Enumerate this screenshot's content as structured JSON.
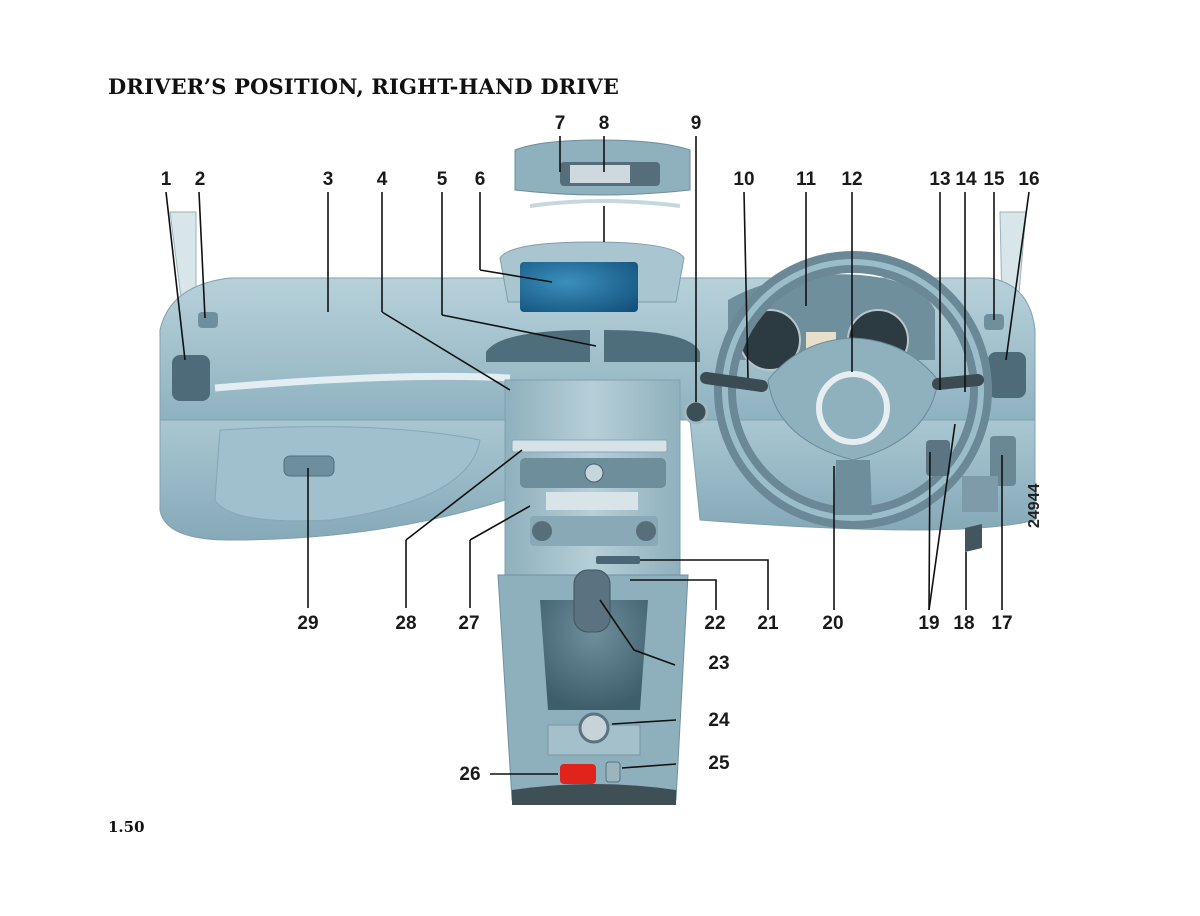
{
  "page": {
    "title": "DRIVER’S POSITION, RIGHT-HAND DRIVE",
    "page_number": "1.50",
    "reference_code": "24944"
  },
  "callouts": [
    "1",
    "2",
    "3",
    "4",
    "5",
    "6",
    "7",
    "8",
    "9",
    "10",
    "11",
    "12",
    "13",
    "14",
    "15",
    "16",
    "17",
    "18",
    "19",
    "20",
    "21",
    "22",
    "23",
    "24",
    "25",
    "26",
    "27",
    "28",
    "29"
  ],
  "colors": {
    "dash_main": "#9fc0cc",
    "dash_dark": "#6f93a3",
    "dash_light": "#c9dde4",
    "screen": "#1e6c98",
    "hazard": "#e0241b",
    "line": "#111111"
  }
}
